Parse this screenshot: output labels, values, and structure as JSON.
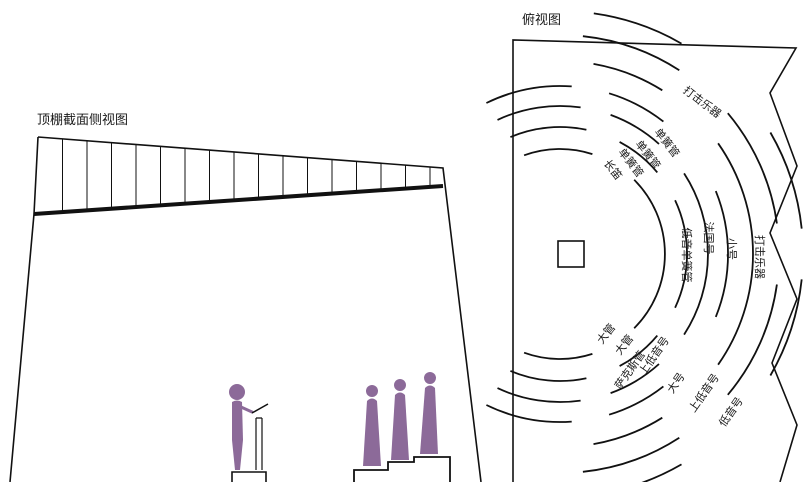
{
  "side_view": {
    "title": "顶棚截面侧视图"
  },
  "top_view": {
    "title": "俯视图",
    "labels": {
      "percussion_top": "打击乐器",
      "percussion_right": "打击乐器",
      "trumpet": "小号",
      "french_horn": "法国号",
      "bass_reed": "低音单簧管",
      "clarinet_1": "单簧管",
      "clarinet_2": "单簧管",
      "clarinet_3": "单簧管",
      "flute": "长笛",
      "bassoon_1": "大管",
      "bassoon_2": "大管",
      "saxophone": "萨克斯管",
      "upper_bass": "上低音号",
      "tuba": "大号",
      "upper_bass_2": "上低音号",
      "low_bass": "低音号"
    }
  },
  "colors": {
    "figure": "#8c6a99",
    "line": "#111111"
  }
}
